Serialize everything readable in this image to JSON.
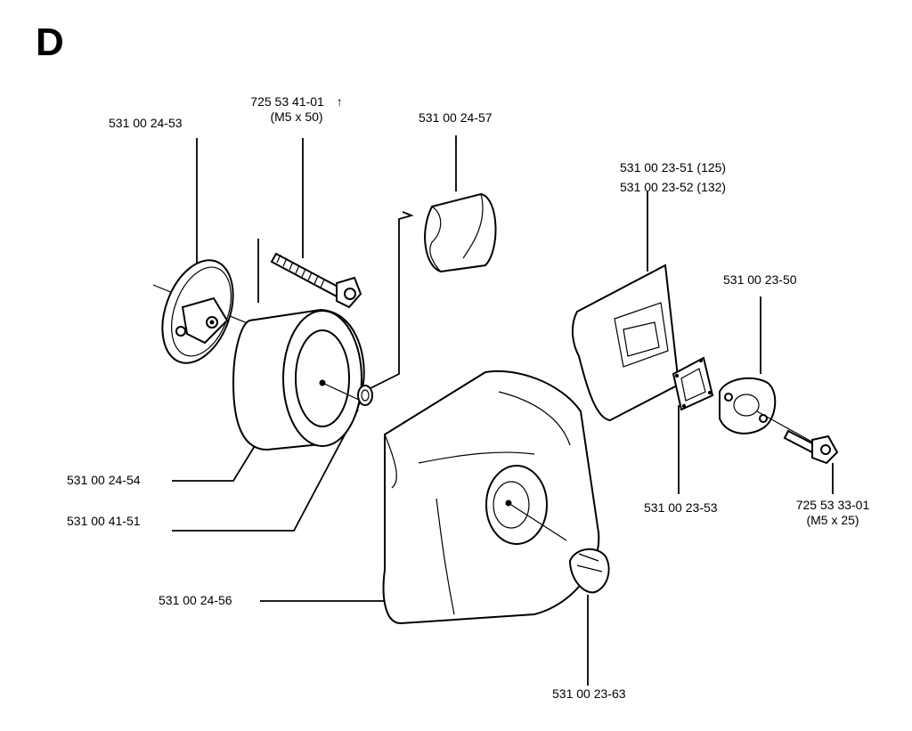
{
  "section_letter": "D",
  "parts": [
    {
      "id": "p1",
      "number": "531 00 24-53",
      "note": ""
    },
    {
      "id": "p2",
      "number": "725 53 41-01",
      "mark": "↑",
      "note": "(M5 x 50)"
    },
    {
      "id": "p3",
      "number": "531 00 24-57",
      "note": ""
    },
    {
      "id": "p4",
      "number": "531 00 23-51 (125)",
      "note": "531 00 23-52 (132)"
    },
    {
      "id": "p5",
      "number": "531 00 23-50",
      "note": ""
    },
    {
      "id": "p6",
      "number": "531 00 24-54",
      "note": ""
    },
    {
      "id": "p7",
      "number": "531 00 41-51",
      "note": ""
    },
    {
      "id": "p8",
      "number": "531 00 23-53",
      "note": ""
    },
    {
      "id": "p9",
      "number": "725 53 33-01",
      "note": "(M5 x 25)"
    },
    {
      "id": "p10",
      "number": "531 00 24-56",
      "note": ""
    },
    {
      "id": "p11",
      "number": "531 00 23-63",
      "note": ""
    }
  ]
}
